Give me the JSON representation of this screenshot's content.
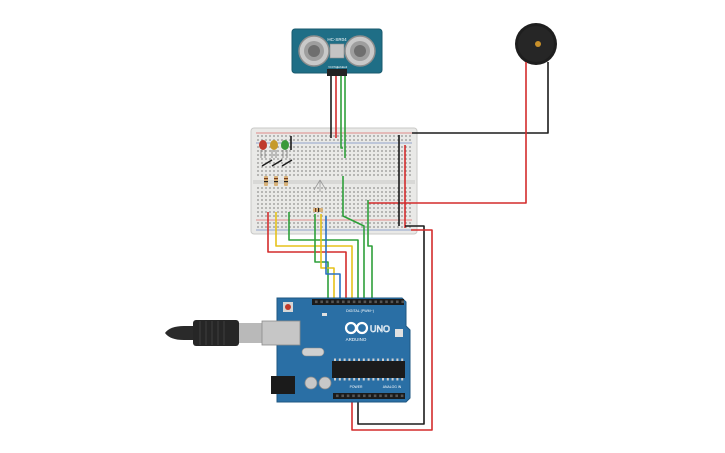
{
  "sensor": {
    "brand": "HC-SR04",
    "pin_labels": [
      "VCC",
      "Trig",
      "Echo",
      "Gnd"
    ]
  },
  "arduino": {
    "model_label": "UNO",
    "brand_label": "ARDUINO",
    "digital_label": "DIGITAL (PWM~)",
    "power_label": "POWER",
    "analog_label": "ANALOG IN"
  },
  "colors": {
    "wire_red": "#d42c2c",
    "wire_black": "#1b1b1b",
    "wire_green": "#2ea03a",
    "wire_yellow": "#e6c21a",
    "board_blue": "#2a6fa5",
    "sensor_blue": "#1f6e86",
    "breadboard": "#e8e8e6"
  },
  "leds": [
    {
      "color_name": "red",
      "hex": "#c0392b"
    },
    {
      "color_name": "yellow",
      "hex": "#c69a2a"
    },
    {
      "color_name": "green",
      "hex": "#3a9a3a"
    }
  ],
  "icons": [
    "ultrasonic-sensor-icon",
    "buzzer-icon",
    "usb-plug-icon",
    "led-icon",
    "resistor-icon"
  ]
}
